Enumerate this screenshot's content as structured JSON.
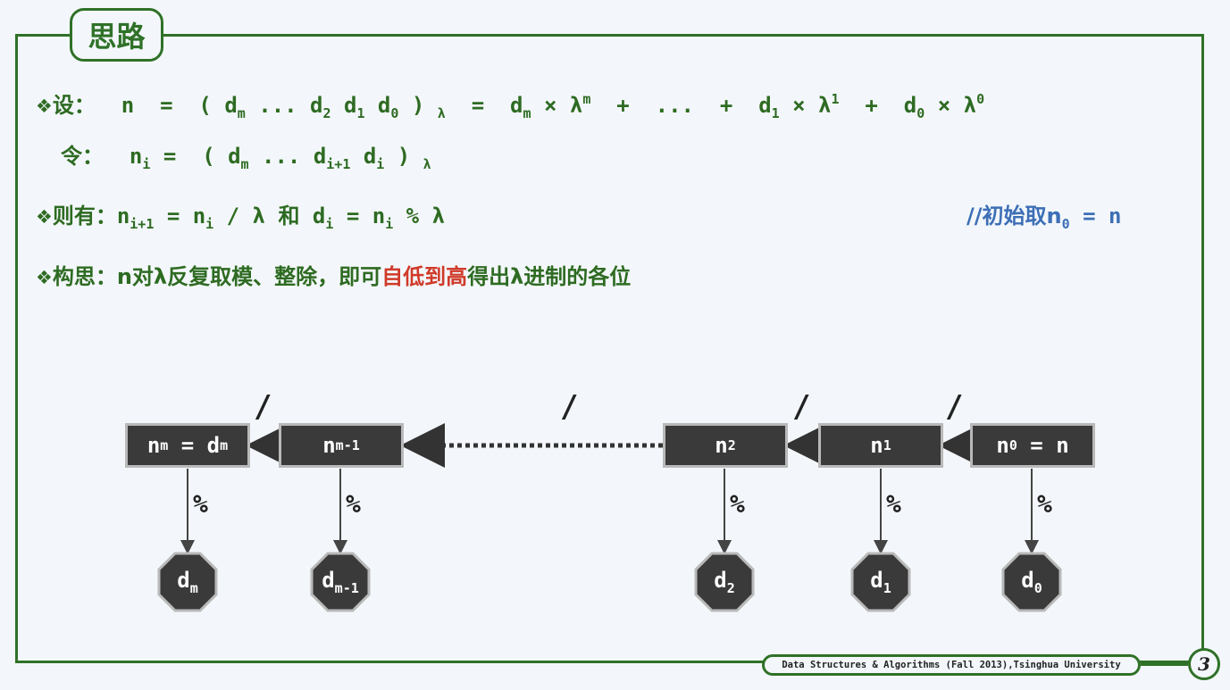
{
  "title": "思路",
  "bullet_glyph": "❖",
  "line1": {
    "label": "设：",
    "eq": "  n  =  ( d",
    "s1": "m",
    "t2": " ... d",
    "s2": "2",
    "t3": " d",
    "s3": "1",
    "t4": " d",
    "s4": "0",
    "t5": " ) ",
    "s5": "λ",
    "t6": "  =  d",
    "s6": "m",
    "t7": " × λ",
    "p7": "m",
    "t8": "  +  ...  +  d",
    "s8": "1",
    "t9": " × λ",
    "p9": "1",
    "t10": "  +  d",
    "s10": "0",
    "t11": " × λ",
    "p11": "0"
  },
  "line2": {
    "label": "令：",
    "t1": "  n",
    "s1": "i",
    "t2": " =  ( d",
    "s2": "m",
    "t3": " ... d",
    "s3": "i+1",
    "t4": " d",
    "s4": "i",
    "t5": " ) ",
    "s5": "λ"
  },
  "line3": {
    "label": "则有：",
    "t1": "n",
    "s1": "i+1",
    "t2": " = n",
    "s2": "i",
    "t3": " / λ ",
    "he": "和",
    "t4": " d",
    "s4": "i",
    "t5": " = n",
    "s5": "i",
    "t6": " % λ"
  },
  "comment": {
    "t1": "//初始取n",
    "s1": "0",
    "t2": " = n"
  },
  "line4": {
    "label": "构思：",
    "pre": "n对λ反复取模、整除，即可",
    "red": "自低到高",
    "post": "得出λ进制的各位"
  },
  "nodes": {
    "n_m": {
      "a": "n",
      "as": "m",
      "b": " = d",
      "bs": "m"
    },
    "n_m1": {
      "a": "n",
      "as": "m-1"
    },
    "n_2": {
      "a": "n",
      "as": "2"
    },
    "n_1": {
      "a": "n",
      "as": "1"
    },
    "n_0": {
      "a": "n",
      "as": "0",
      "b": " = n"
    }
  },
  "digits": {
    "d_m": {
      "a": "d",
      "as": "m"
    },
    "d_m1": {
      "a": "d",
      "as": "m-1"
    },
    "d_2": {
      "a": "d",
      "as": "2"
    },
    "d_1": {
      "a": "d",
      "as": "1"
    },
    "d_0": {
      "a": "d",
      "as": "0"
    }
  },
  "mod_symbol": "%",
  "div_symbol": "/",
  "footer": "Data Structures & Algorithms (Fall 2013),Tsinghua University",
  "page_number": "3",
  "colors": {
    "frame": "#2f7128",
    "text": "#2e6b22",
    "highlight": "#d03a2a",
    "comment": "#3d6fb6",
    "node": "#3a3a3a"
  }
}
